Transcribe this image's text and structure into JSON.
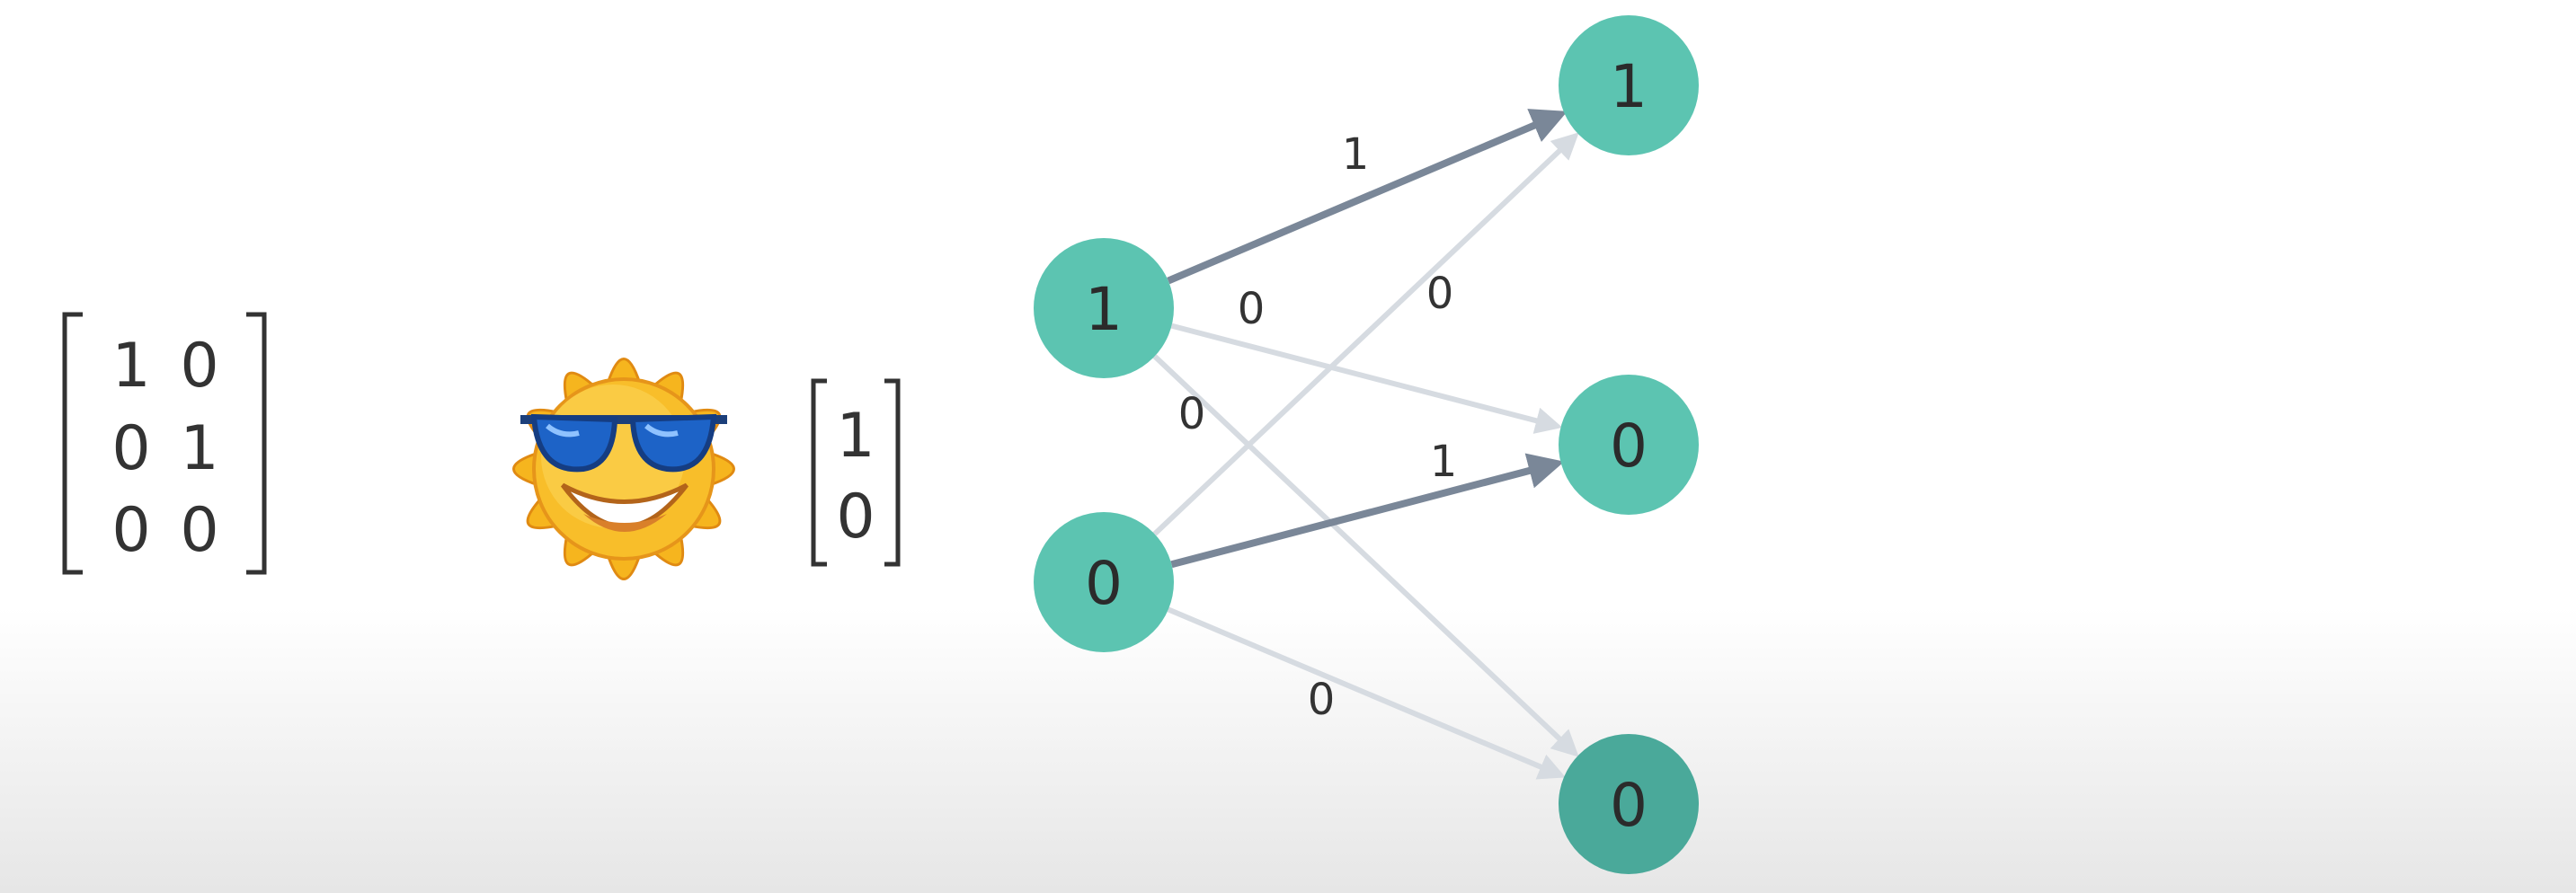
{
  "weight_matrix": {
    "rows": [
      [
        "1",
        "0"
      ],
      [
        "0",
        "1"
      ],
      [
        "0",
        "0"
      ]
    ]
  },
  "sun_icon": "sun-with-sunglasses-icon",
  "input_vector": [
    "1",
    "0"
  ],
  "network": {
    "inputs": [
      {
        "label": "1"
      },
      {
        "label": "0"
      }
    ],
    "outputs": [
      {
        "label": "1"
      },
      {
        "label": "0"
      },
      {
        "label": "0"
      }
    ],
    "edges": [
      {
        "from": 0,
        "to": 0,
        "weight": "1",
        "active": true
      },
      {
        "from": 0,
        "to": 1,
        "weight": "0",
        "active": false
      },
      {
        "from": 0,
        "to": 2,
        "weight": "0",
        "active": false
      },
      {
        "from": 1,
        "to": 0,
        "weight": "0",
        "active": false
      },
      {
        "from": 1,
        "to": 1,
        "weight": "1",
        "active": true
      },
      {
        "from": 1,
        "to": 2,
        "weight": "0",
        "active": false
      }
    ]
  },
  "colors": {
    "node": "#5cc4b1",
    "node_highlight": "#4aa99a",
    "edge_active": "#7a8798",
    "edge_inactive": "#d6dbe1",
    "text": "#333333"
  }
}
